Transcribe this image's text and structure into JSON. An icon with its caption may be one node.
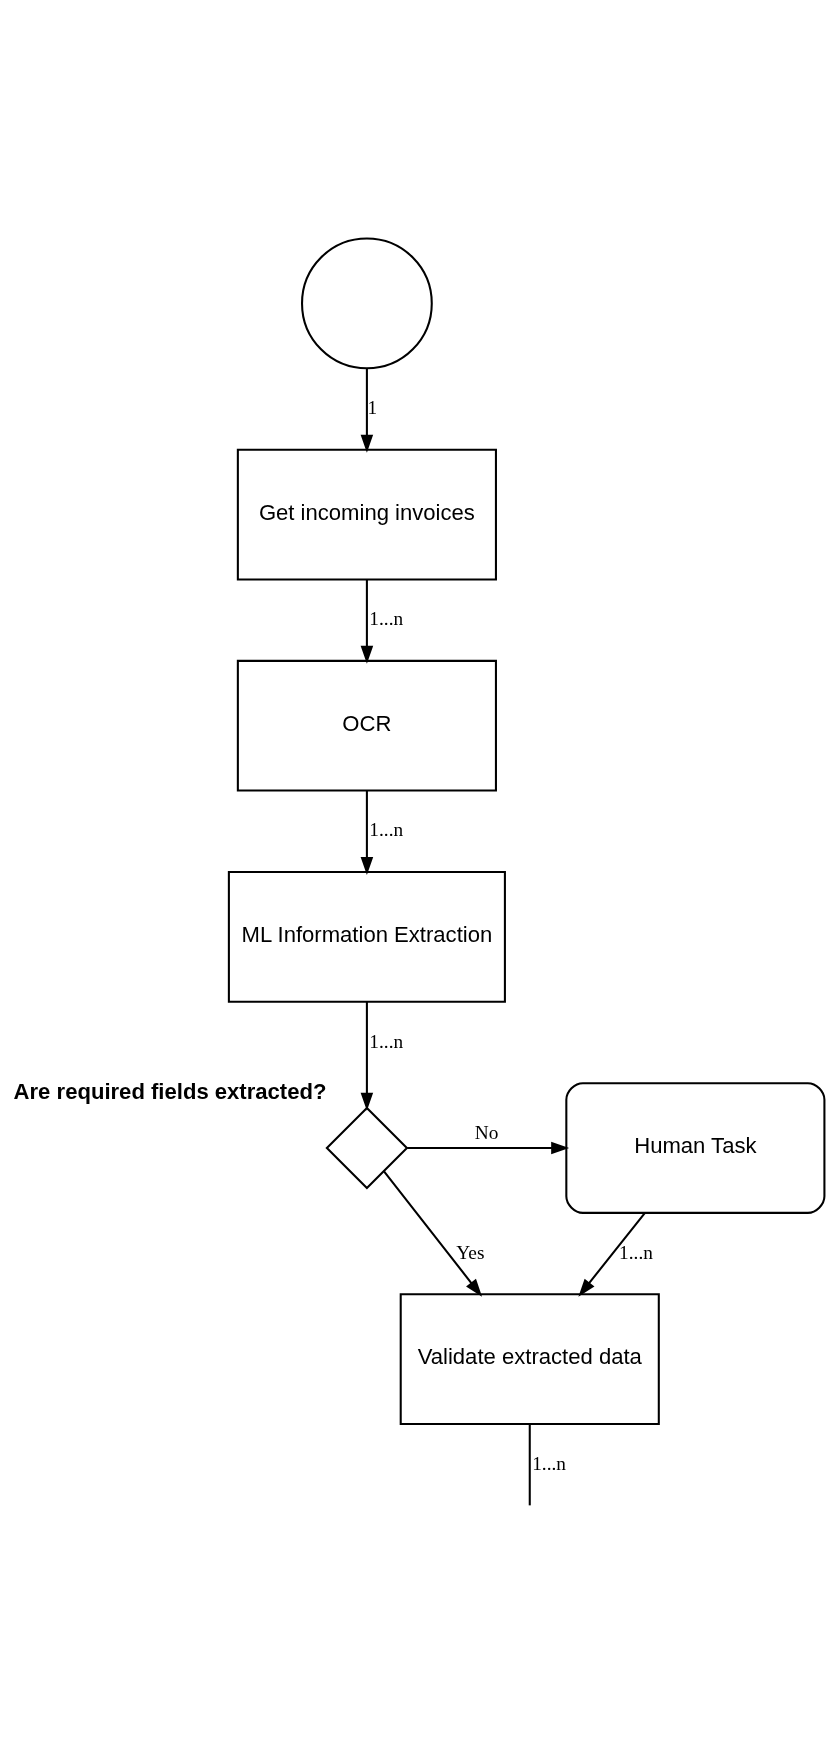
{
  "diagram": {
    "nodes": [
      {
        "text": [],
        "shape": "circle"
      },
      {
        "text": [
          "Get incoming invoices"
        ]
      },
      {
        "text": [
          "OCR"
        ]
      },
      {
        "text": [
          "ML Information Extraction"
        ]
      },
      {
        "text": [],
        "shape": "diamond",
        "beside": [
          "Are required fields extracted?"
        ]
      },
      {
        "text": [
          "Human Task"
        ]
      },
      {
        "text": [
          "Validate extracted data"
        ]
      }
    ],
    "edges": [
      {
        "from": 0,
        "to": 1,
        "arrow": "to",
        "label": "1"
      },
      {
        "from": 1,
        "to": 2,
        "arrow": "to",
        "label": "1...n"
      },
      {
        "from": 2,
        "to": 3,
        "arrow": "to",
        "label": "1...n"
      },
      {
        "from": 3,
        "to": 4,
        "arrow": "to",
        "label": "1...n"
      },
      {
        "from": 4,
        "to": 5,
        "arrow": "to",
        "label": "No"
      },
      {
        "from": 4,
        "to": 6,
        "arrow": "to",
        "label": "Yes"
      },
      {
        "from": 5,
        "to": 6,
        "arrow": "to",
        "label": "1...n"
      },
      {
        "from": 6,
        "to": null,
        "arrow": "none",
        "label": "1...n"
      }
    ]
  }
}
